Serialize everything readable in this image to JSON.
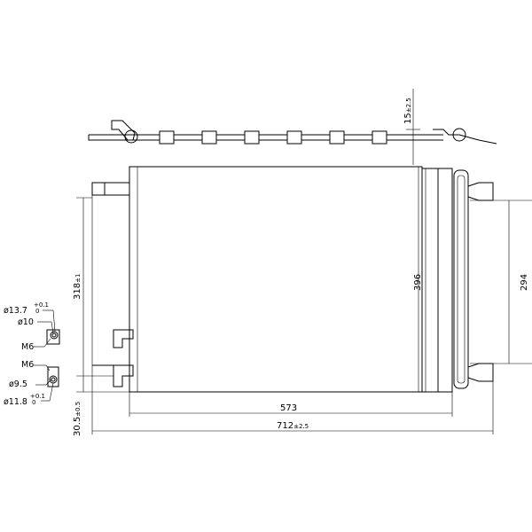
{
  "dimensions": {
    "width_core": "573",
    "width_total": "712",
    "width_total_tol": "±2.5",
    "height_core": "396",
    "height_side": "294",
    "height_port": "318",
    "height_port_tol": "±1",
    "offset_bottom": "30.5",
    "offset_bottom_tol": "±0.5",
    "top_thickness": "15",
    "top_thickness_tol": "±2.5"
  },
  "fittings": {
    "upper": {
      "outer_diameter": "ø13.7",
      "outer_tol_plus": "+0.1",
      "outer_tol_minus": "0",
      "inner_diameter": "ø10",
      "thread": "M6"
    },
    "lower": {
      "thread": "M6",
      "inner_diameter": "ø9.5",
      "outer_diameter": "ø11.8",
      "outer_tol_plus": "+0.1",
      "outer_tol_minus": "0"
    }
  }
}
